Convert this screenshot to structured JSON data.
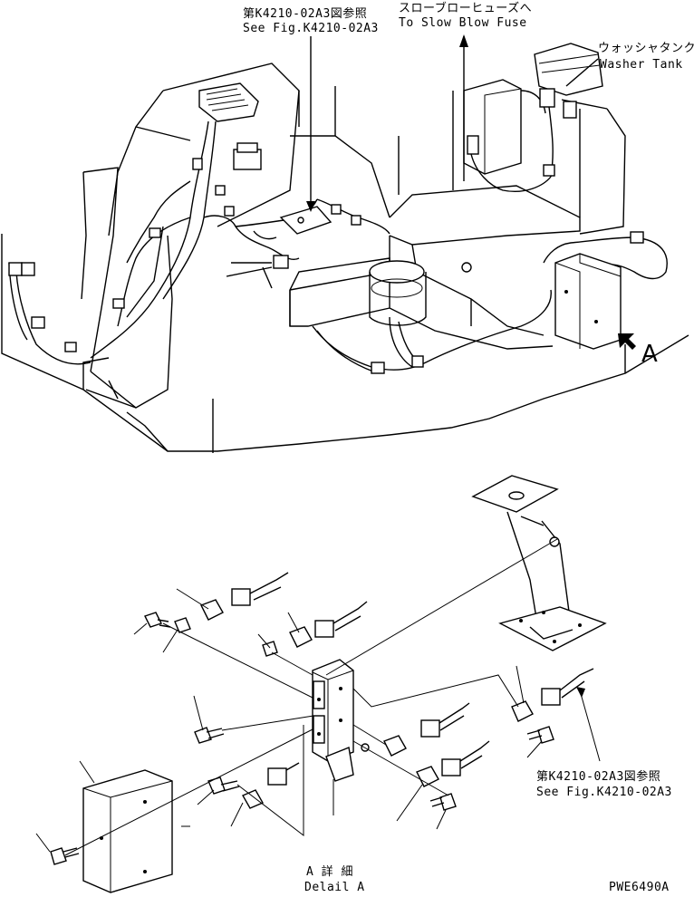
{
  "labels": {
    "ref_top_jp": "第K4210-02A3図参照",
    "ref_top_en": "See Fig.K4210-02A3",
    "fuse_jp": "スローブローヒューズへ",
    "fuse_en": "To Slow Blow Fuse",
    "washer_jp": "ウォッシャタンク",
    "washer_en": "Washer Tank",
    "view_a": "A",
    "ref_bottom_jp": "第K4210-02A3図参照",
    "ref_bottom_en": "See Fig.K4210-02A3",
    "detail_jp": "A 詳 細",
    "detail_en": "Delail A",
    "drawing_no": "PWE6490A"
  },
  "colors": {
    "line": "#000000",
    "background": "#ffffff"
  }
}
